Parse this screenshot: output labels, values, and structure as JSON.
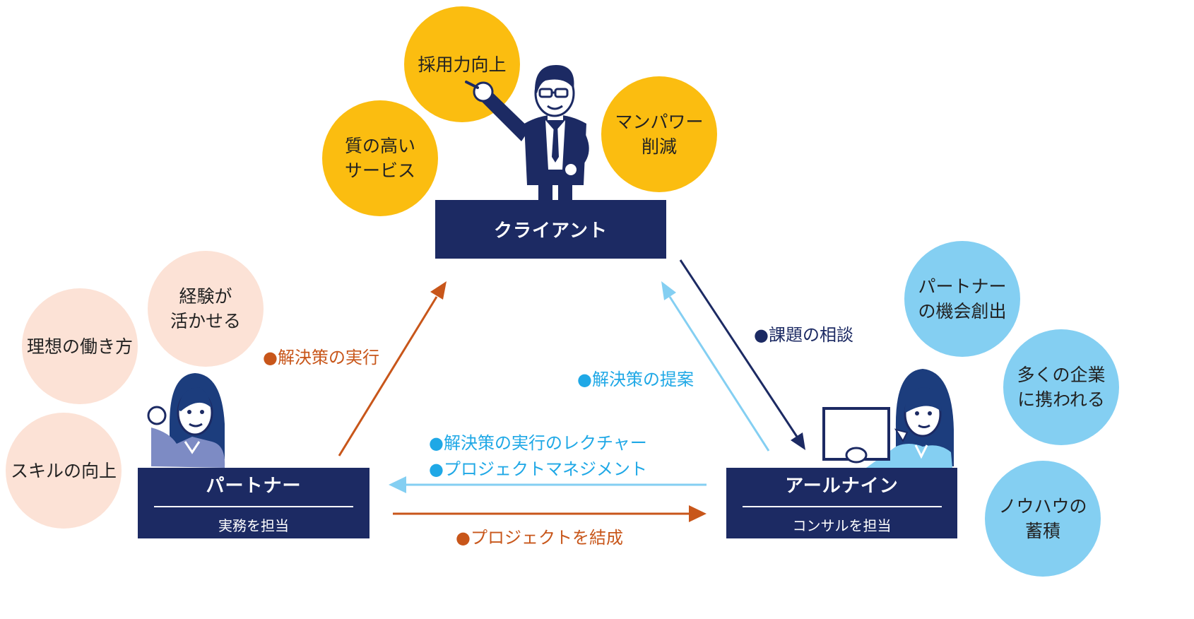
{
  "client": {
    "title": "クライアント",
    "benefits": [
      "採用力向上",
      "質の高い\nサービス",
      "マンパワー\n削減"
    ]
  },
  "partner": {
    "title": "パートナー",
    "subtitle": "実務を担当",
    "benefits": [
      "経験が\n活かせる",
      "理想の働き方",
      "スキルの向上"
    ]
  },
  "arunine": {
    "title": "アールナイン",
    "subtitle": "コンサルを担当",
    "benefits": [
      "パートナー\nの機会創出",
      "多くの企業\nに携われる",
      "ノウハウの\n蓄積"
    ]
  },
  "flows": {
    "partner_to_client": "●解決策の実行",
    "client_to_arunine": "●課題の相談",
    "arunine_to_client": "●解決策の提案",
    "arunine_to_partner_1": "●解決策の実行のレクチャー",
    "arunine_to_partner_2": "●プロジェクトマネジメント",
    "partner_to_arunine": "●プロジェクトを結成"
  },
  "colors": {
    "navy": "#1C2A63",
    "orange": "#C8561A",
    "light_blue": "#84CFF2",
    "yellow": "#FBBD10",
    "peach": "#FCE2D6"
  },
  "icons": [
    "client-man-pointing-icon",
    "partner-woman-fist-icon",
    "consultant-woman-board-icon"
  ]
}
